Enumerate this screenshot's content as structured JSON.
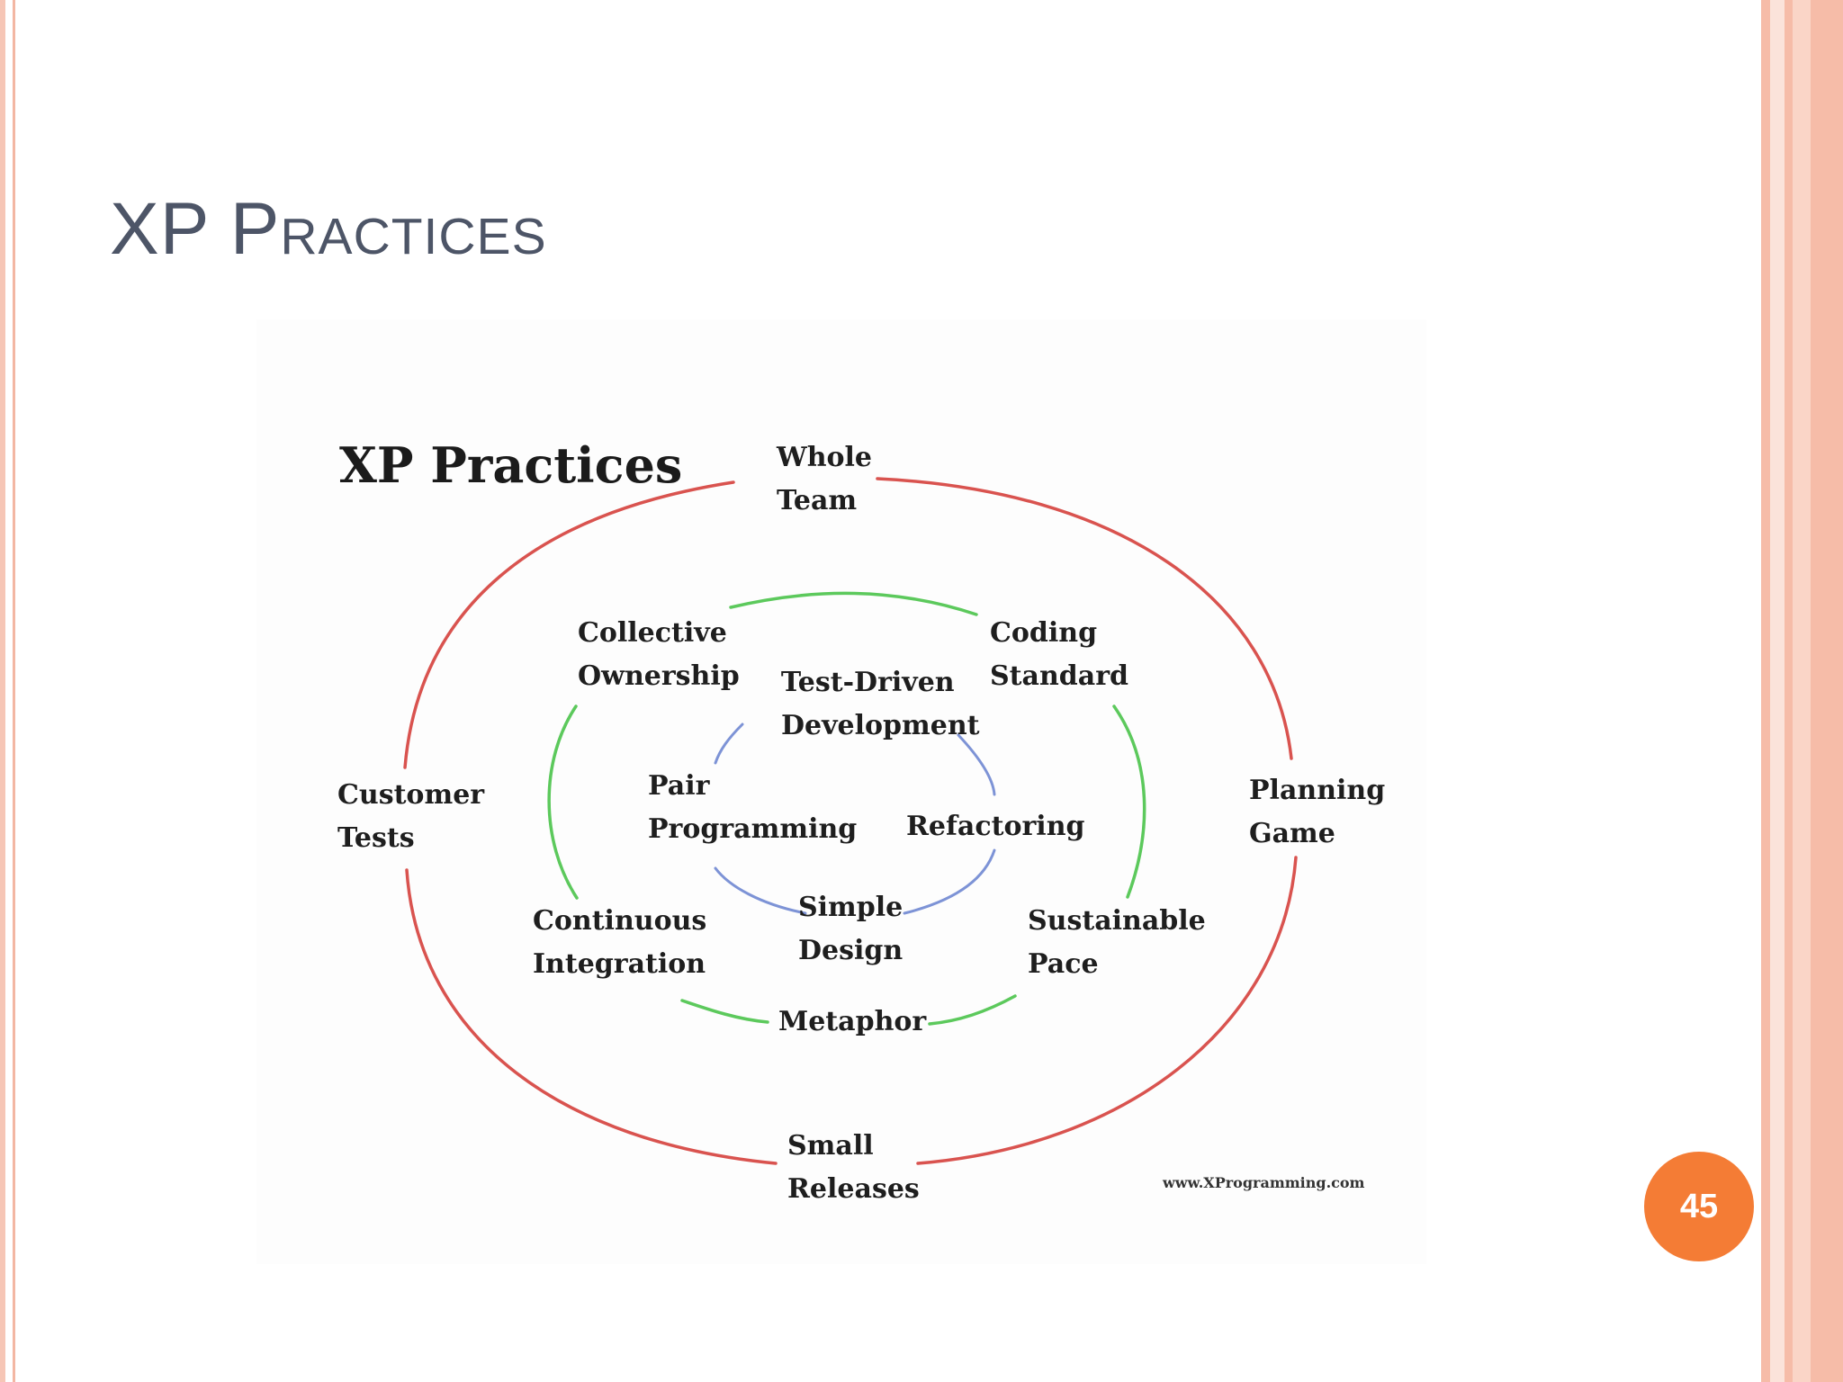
{
  "slide": {
    "title": "XP Practices",
    "page_number": "45"
  },
  "diagram": {
    "title": "XP Practices",
    "outer_ring": {
      "color": "#d9534f",
      "practices": {
        "whole_team": [
          "Whole",
          "Team"
        ],
        "planning_game": [
          "Planning",
          "Game"
        ],
        "small_releases": [
          "Small",
          "Releases"
        ],
        "customer_tests": [
          "Customer",
          "Tests"
        ]
      }
    },
    "middle_ring": {
      "color": "#5cc95c",
      "practices": {
        "collective_ownership": [
          "Collective",
          "Ownership"
        ],
        "coding_standard": [
          "Coding",
          "Standard"
        ],
        "sustainable_pace": [
          "Sustainable",
          "Pace"
        ],
        "metaphor": [
          "Metaphor"
        ],
        "continuous_integration": [
          "Continuous",
          "Integration"
        ]
      }
    },
    "inner_ring": {
      "color": "#7d93d6",
      "practices": {
        "test_driven_development": [
          "Test-Driven",
          "Development"
        ],
        "refactoring": [
          "Refactoring"
        ],
        "simple_design": [
          "Simple",
          "Design"
        ],
        "pair_programming": [
          "Pair",
          "Programming"
        ]
      }
    },
    "credit": "www.XProgramming.com"
  }
}
